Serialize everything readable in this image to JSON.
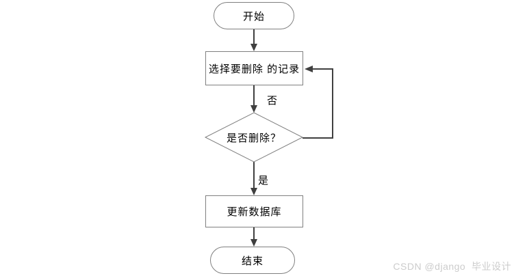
{
  "page": {
    "background": "#ffffff"
  },
  "colors": {
    "page_bg": "#ffffff",
    "shape_border": "#7f7f7f",
    "connector": "#3f3f3f",
    "text": "#000000",
    "watermark": "#cccccc"
  },
  "flowchart": {
    "type": "flowchart",
    "direction": "top-down",
    "nodes": [
      {
        "id": "start",
        "shape": "terminator",
        "label": "开始"
      },
      {
        "id": "select",
        "shape": "process",
        "label": "选择要删除 的记录"
      },
      {
        "id": "decision",
        "shape": "decision",
        "label": "是否删除？"
      },
      {
        "id": "update",
        "shape": "process",
        "label": "更新数据库"
      },
      {
        "id": "end",
        "shape": "terminator",
        "label": "结束"
      }
    ],
    "edges": [
      {
        "from": "start",
        "to": "select",
        "label": ""
      },
      {
        "from": "select",
        "to": "decision",
        "label": ""
      },
      {
        "from": "decision",
        "to": "select",
        "label": "否",
        "note": "loop back on right side"
      },
      {
        "from": "decision",
        "to": "update",
        "label": "是"
      },
      {
        "from": "update",
        "to": "end",
        "label": ""
      }
    ],
    "edge_labels": {
      "no": "否",
      "yes": "是"
    }
  },
  "watermark": {
    "text": "CSDN @django  毕业设计"
  }
}
